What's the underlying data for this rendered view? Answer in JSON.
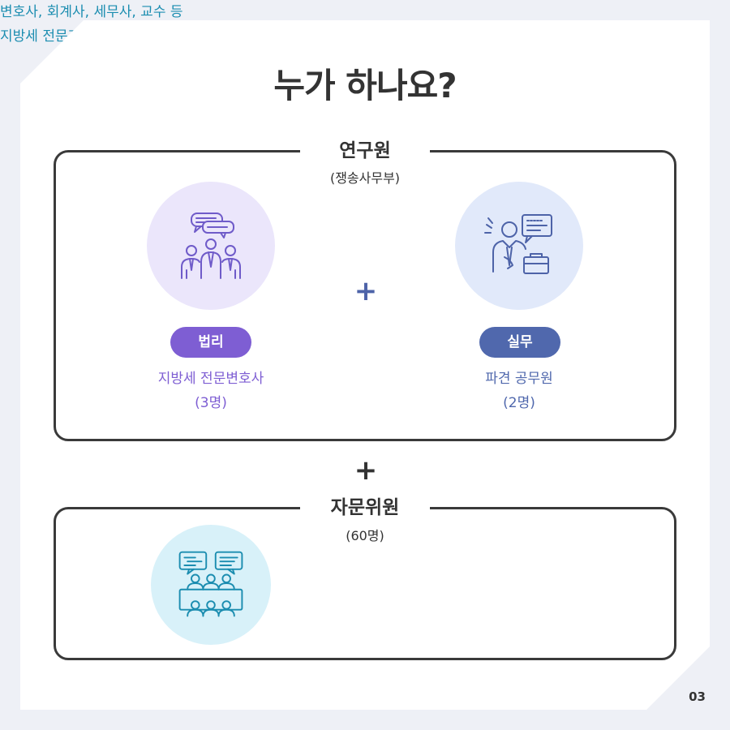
{
  "title": "누가 하나요?",
  "researchers": {
    "label": "연구원",
    "sublabel": "(쟁송사무부)",
    "legal": {
      "icon": "group-discussion-icon",
      "badge": "법리",
      "line1": "지방세 전문변호사",
      "line2": "(3명)",
      "color": "#7e5ed3"
    },
    "plus": "+",
    "practical": {
      "icon": "businessman-presentation-icon",
      "badge": "실무",
      "line1": "파견 공무원",
      "line2": "(2명)",
      "color": "#5068ad"
    }
  },
  "section_plus": "+",
  "advisors": {
    "label": "자문위원",
    "sublabel": "(60명)",
    "icon": "meeting-table-icon",
    "line1": "변호사, 회계사, 세무사, 교수 등",
    "line2": "지방세 전문가",
    "color": "#1b8db0"
  },
  "page_number": "03"
}
